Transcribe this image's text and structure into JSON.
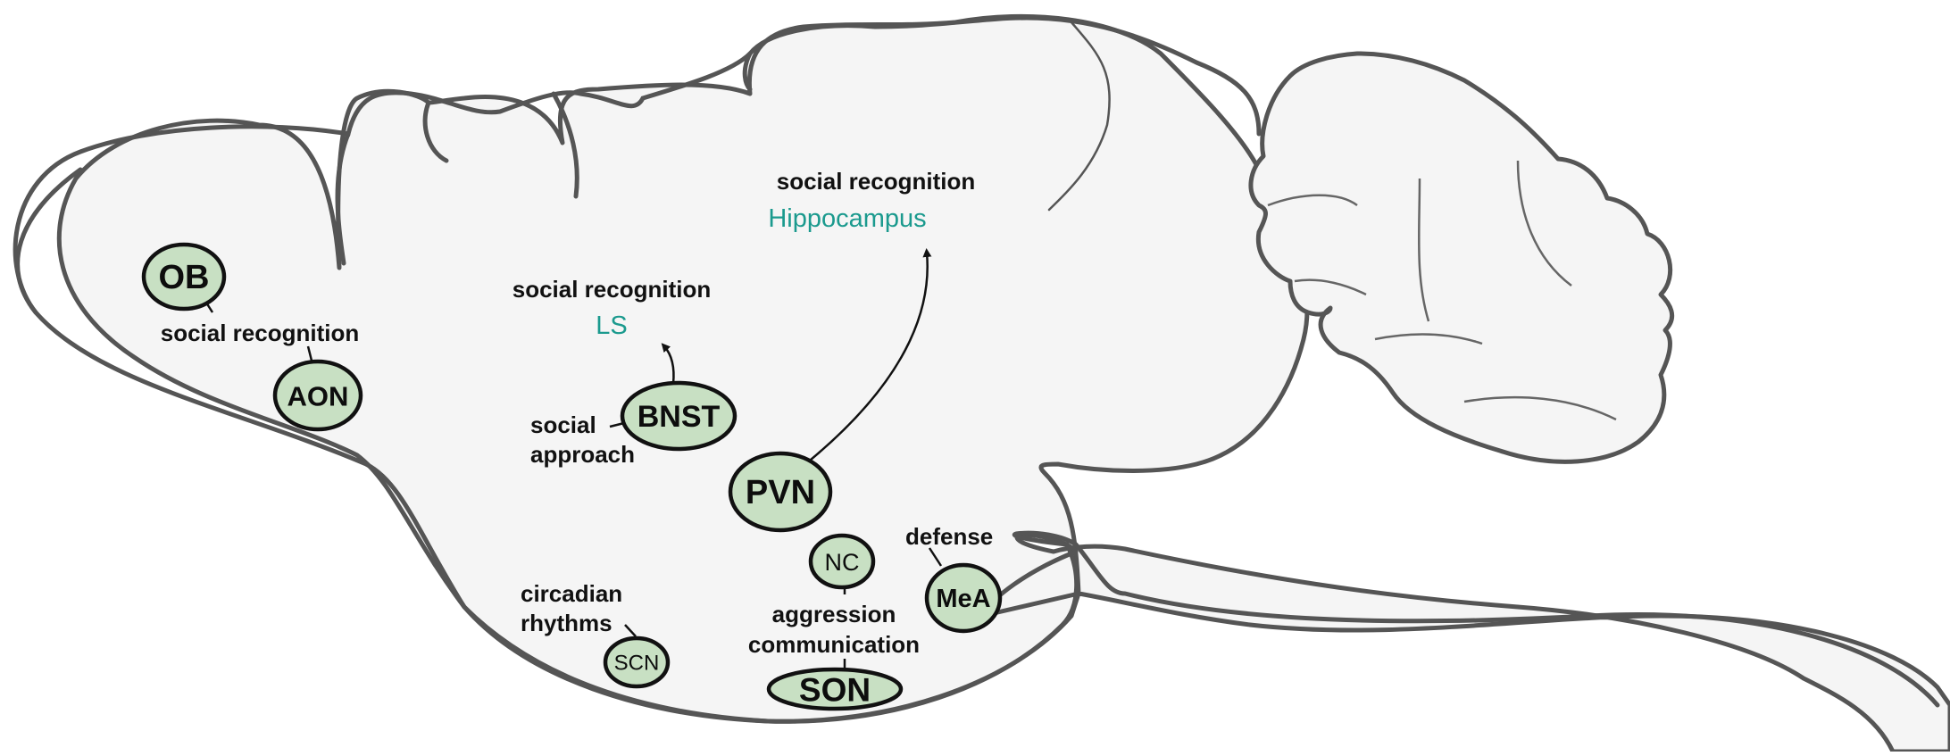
{
  "colors": {
    "outline": "#555555",
    "brain_fill": "#f5f5f5",
    "node_fill": "#c8e0c3",
    "node_stroke": "#111111",
    "region_text": "#1b9a8e",
    "label_text": "#111111"
  },
  "nodes": {
    "ob": "OB",
    "aon": "AON",
    "bnst": "BNST",
    "pvn": "PVN",
    "nc": "NC",
    "mea": "MeA",
    "scn": "SCN",
    "son": "SON"
  },
  "labels": {
    "olfactory_function": "social recognition",
    "ls_function": "social recognition",
    "hippocampus_function": "social recognition",
    "bnst_function_line1": "social",
    "bnst_function_line2": "approach",
    "mea_function": "defense",
    "scn_function_line1": "circadian",
    "scn_function_line2": "rhythms",
    "nc_son_function_line1": "aggression",
    "nc_son_function_line2": "communication"
  },
  "regions": {
    "ls": "LS",
    "hippocampus": "Hippocampus"
  }
}
